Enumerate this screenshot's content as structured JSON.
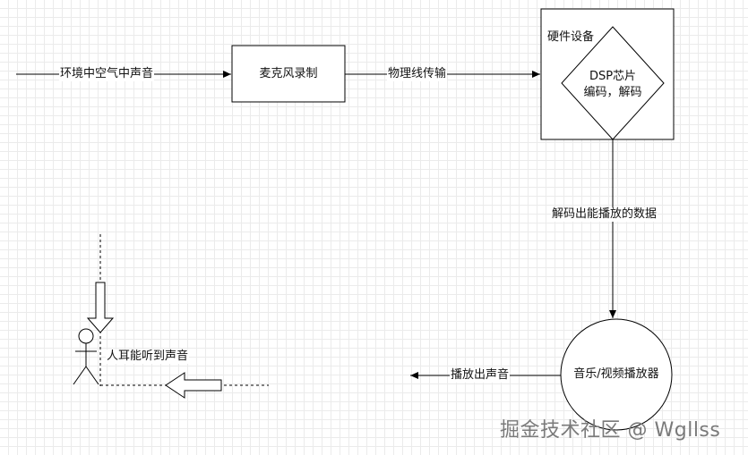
{
  "nodes": {
    "input_sound": "环境中空气中声音",
    "mic": "麦克风录制",
    "cable": "物理线传输",
    "hardware": "硬件设备",
    "dsp_line1": "DSP芯片",
    "dsp_line2": "编码，解码",
    "decoded": "解码出能播放的数据",
    "player": "音乐/视频播放器",
    "play_out": "播放出声音",
    "human_hears": "人耳能听到声音"
  },
  "watermark": "掘金技术社区 @ Wgllss"
}
